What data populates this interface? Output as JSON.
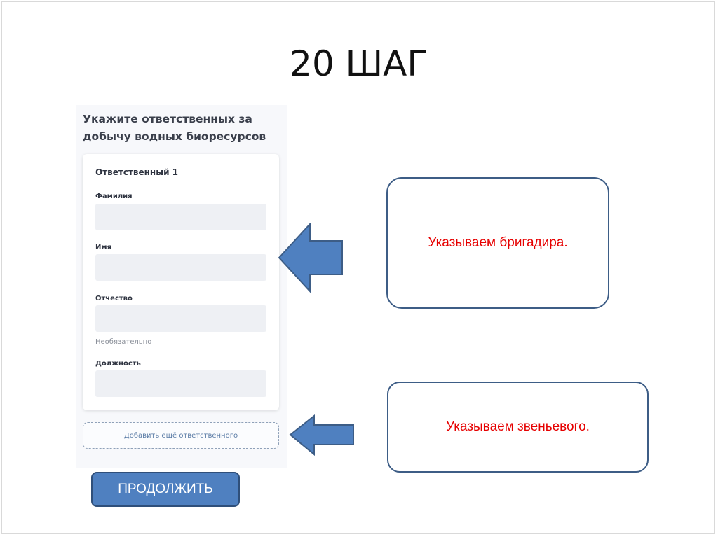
{
  "slide": {
    "title": "20 ШАГ"
  },
  "form": {
    "heading": "Укажите ответственных за добычу водных биоресурсов",
    "card_title": "Ответственный 1",
    "fields": {
      "surname_label": "Фамилия",
      "name_label": "Имя",
      "patronymic_label": "Отчество",
      "patronymic_hint": "Необязательно",
      "position_label": "Должность"
    },
    "add_button": "Добавить ещё ответственного"
  },
  "callouts": {
    "first": "Указываем бригадира.",
    "second": "Указываем звеньевого."
  },
  "continue_button": "ПРОДОЛЖИТЬ",
  "colors": {
    "callout_text": "#e60000",
    "arrow_fill": "#4f80c0",
    "arrow_stroke": "#3d5d86",
    "button_fill": "#4f80c0"
  }
}
